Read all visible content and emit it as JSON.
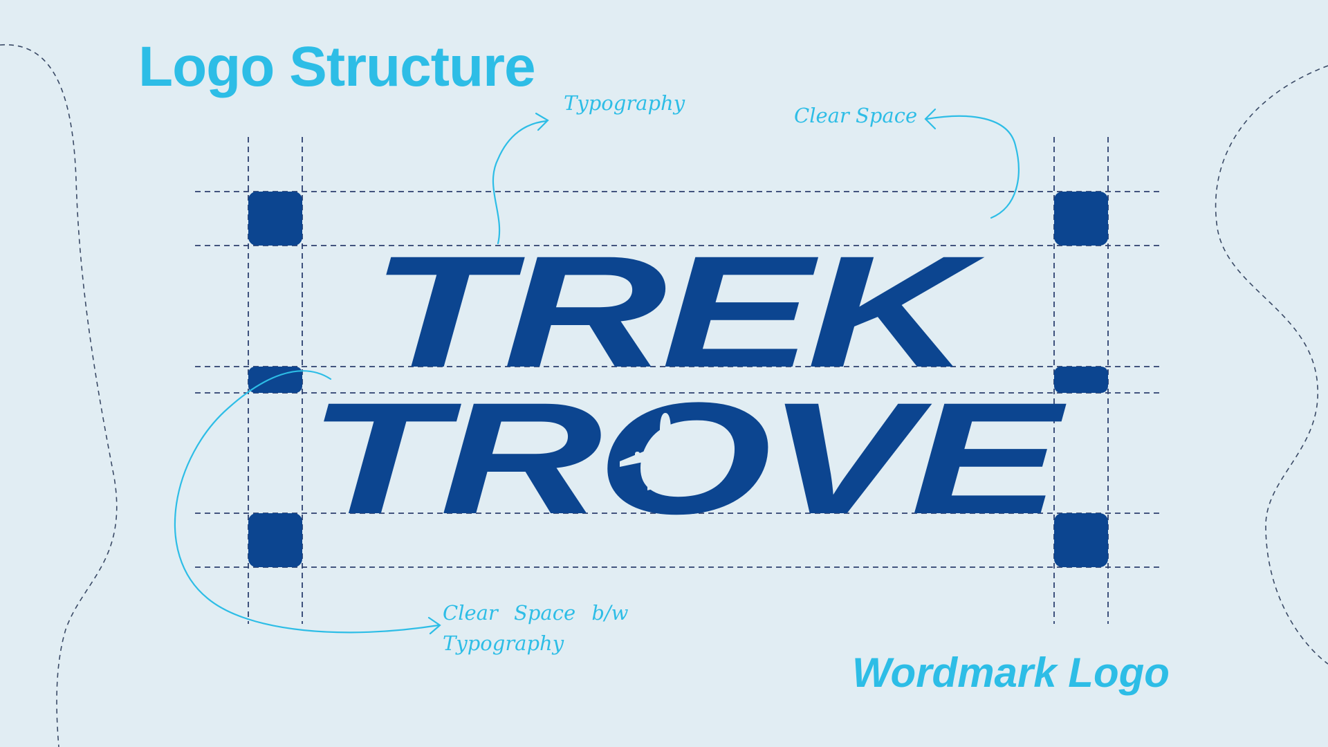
{
  "header": {
    "title": "Logo Structure"
  },
  "footer": {
    "subtitle": "Wordmark Logo"
  },
  "annotations": {
    "typography": "Typography",
    "clear_space": "Clear Space",
    "clear_space_between_line1": "Clear Space b/w",
    "clear_space_between_line2": "Typography"
  },
  "wordmark": {
    "line1": "TREK",
    "line2": "TROVE"
  },
  "icons": [
    "airplane-icon",
    "arrow-icon"
  ],
  "colors": {
    "background": "#e1edf3",
    "accent": "#2dbde6",
    "brand": "#0c4590",
    "guide": "#2b3f6e"
  }
}
